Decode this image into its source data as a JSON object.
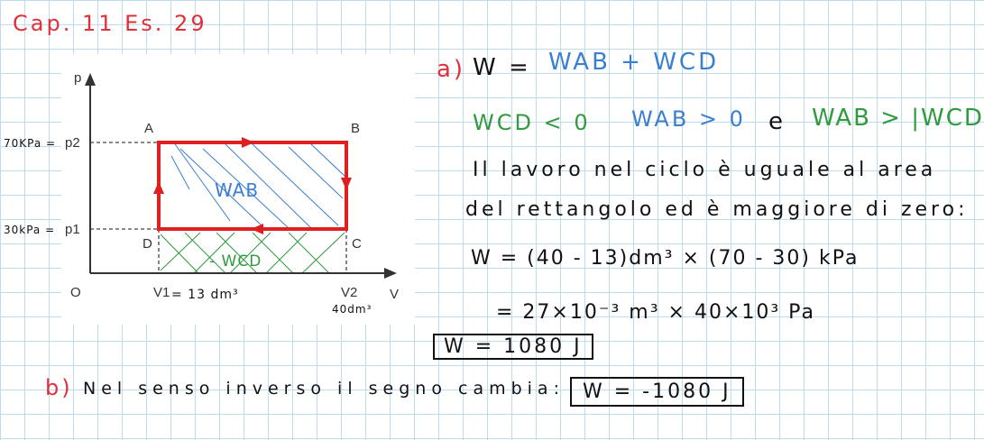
{
  "heading": {
    "text": "Cap. 11 Es. 29"
  },
  "diagram": {
    "axis_p": "p",
    "axis_v": "V",
    "origin": "O",
    "point_a": "A",
    "point_b": "B",
    "point_c": "C",
    "point_d": "D",
    "p2_label": "p2",
    "p1_label": "p1",
    "v1_label": "V1",
    "v2_label": "V2",
    "p2_value": "70KPa =",
    "p1_value": "30kPa =",
    "v1_value": "= 13 dm³",
    "v2_value": "40dm³",
    "w_ab_label": "WAB",
    "w_cd_label": "- WCD",
    "colors": {
      "cycle": "#e02020",
      "hatch_blue": "#3a7fd0",
      "hatch_green": "#2f9a3e"
    }
  },
  "part_a": {
    "label": "a)",
    "eq_w": "W =",
    "eq_terms": "WAB + WCD",
    "cond_wcd": "WCD < 0",
    "cond_wab": "WAB > 0",
    "cond_e": "e",
    "cond_abs": "WAB > |WCD|",
    "text_line1": "Il lavoro nel ciclo è uguale al area",
    "text_line2": "del rettangolo ed è maggiore di zero:",
    "calc_line1": "W = (40 - 13)dm³ × (70 - 30) kPa",
    "calc_line2": "= 27×10⁻³ m³ × 40×10³ Pa",
    "result": "W = 1080 J"
  },
  "part_b": {
    "label": "b)",
    "text": "Nel senso inverso il segno cambia:",
    "result": "W = -1080 J"
  }
}
